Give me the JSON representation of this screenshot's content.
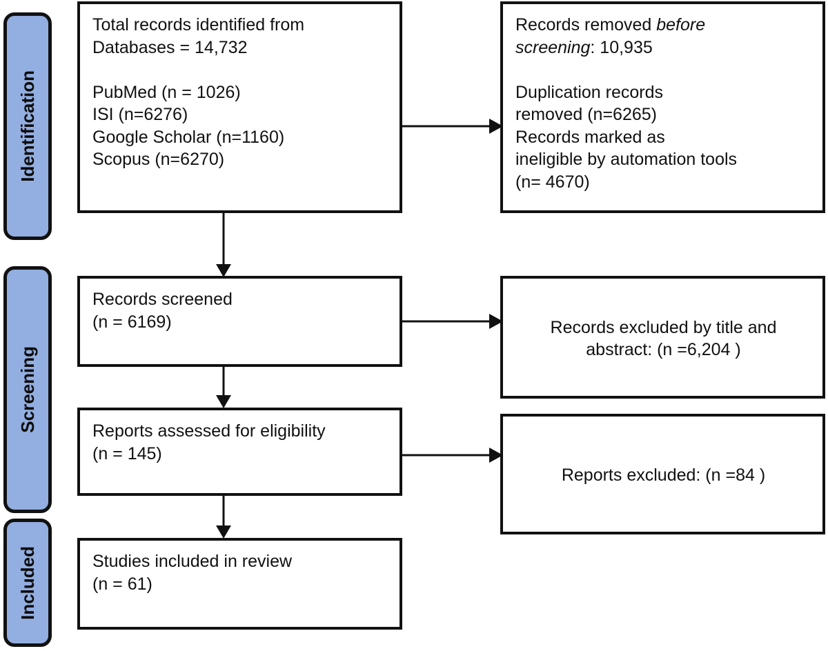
{
  "diagram": {
    "type": "prisma-flow-diagram",
    "stages": [
      {
        "id": "identification",
        "label": "Identification"
      },
      {
        "id": "screening",
        "label": "Screening"
      },
      {
        "id": "included",
        "label": "Included"
      }
    ],
    "boxes": {
      "identified": {
        "text": "Total records identified from\nDatabases =  14,732\n\nPubMed (n = 1026)\nISI (n=6276)\nGoogle Scholar (n=1160)\nScopus (n=6270)"
      },
      "removed": {
        "line1_prefix": "Records removed ",
        "line1_italic": "before\nscreening",
        "line1_suffix": ": 10,935",
        "rest": "\n\nDuplication records\nremoved (n=6265)\nRecords marked as\nineligible by automation tools\n(n= 4670)"
      },
      "screened": {
        "text": "Records screened\n(n = 6169)"
      },
      "excluded_title_abstract": {
        "text": "Records excluded by title and\nabstract: (n =6,204 )"
      },
      "assessed": {
        "text": "Reports assessed for eligibility\n(n = 145)"
      },
      "reports_excluded": {
        "text": "Reports excluded:  (n =84 )"
      },
      "included": {
        "text": "Studies included in review\n(n = 61)"
      }
    },
    "counts": {
      "total_records_identified": "14,732",
      "pubmed": "1026",
      "isi": "6276",
      "google_scholar": "1160",
      "scopus": "6270",
      "records_removed_before_screening": "10,935",
      "duplication_records_removed": "6265",
      "marked_ineligible_automation": "4670",
      "records_screened": "6169",
      "records_excluded_title_abstract": "6,204",
      "reports_assessed": "145",
      "reports_excluded": "84",
      "studies_included": "61"
    },
    "colors": {
      "stage_fill": "#93AEE0",
      "stroke": "#111111",
      "box_fill": "#ffffff",
      "text": "#111111"
    }
  }
}
